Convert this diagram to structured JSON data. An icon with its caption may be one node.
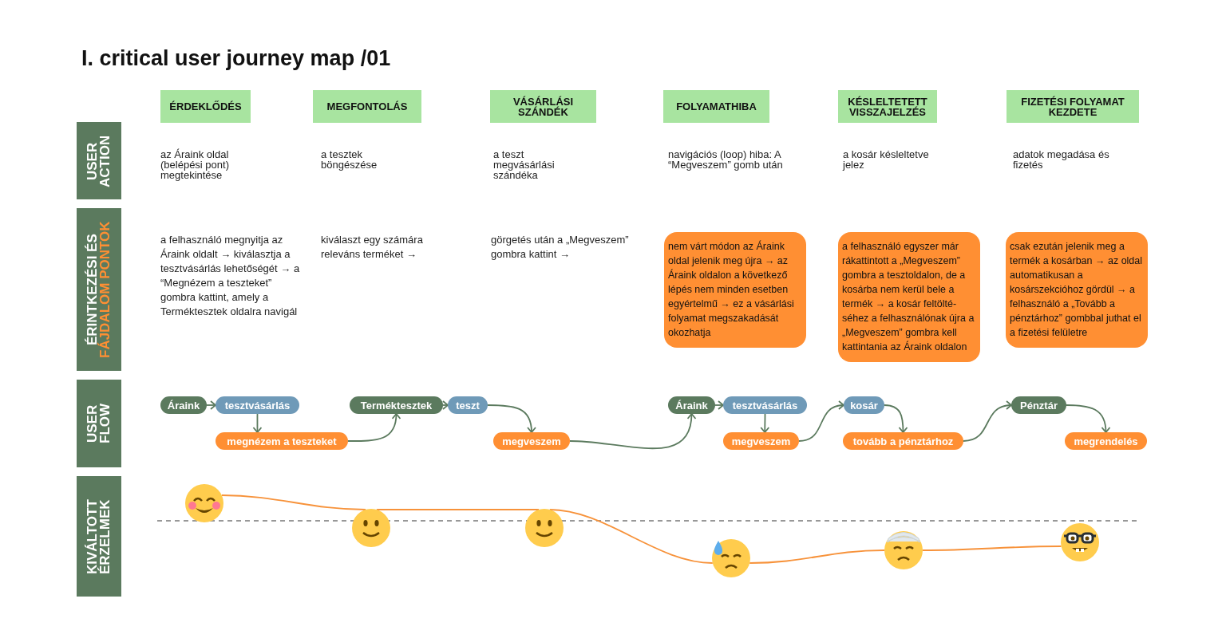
{
  "diagram": {
    "title": "I. critical user journey map /01",
    "nodes": [
      {
        "text": [
          "USER ACTION"
        ]
      },
      {
        "text": [
          "ÉRINTKEZÉSI ÉS",
          "FÁJDALOM PONTOK"
        ]
      },
      {
        "text": [
          "USER FLOW"
        ]
      },
      {
        "text": [
          "KIVÁLTOTT ÉRZELMEK"
        ]
      },
      {
        "text": [
          "ÉRDEKLŐDÉS"
        ]
      },
      {
        "text": [
          "MEGFONTOLÁS"
        ]
      },
      {
        "text": [
          "VÁSÁRLÁSI SZÁNDÉK"
        ]
      },
      {
        "text": [
          "FOLYAMATHIBA"
        ]
      },
      {
        "text": [
          "KÉSLELTETETT VISSZAJELZÉS"
        ]
      },
      {
        "text": [
          "FIZETÉSI FOLYAMAT KEZDETE"
        ]
      },
      {
        "text": [
          "nem várt módon az Áraink oldal jelenik meg újra →  az Áraink oldalon a következő lépés nem minden esetben egyértelmű → ez a vásárlási folyamat megszakadását okozhatja"
        ]
      },
      {
        "text": [
          "a felhasználó egyszer már rákattintott a „Megveszem” gombra a tesztoldalon, de a kosárba nem kerül bele a termék → a kosár feltölté- séhez a felhasználónak újra a „Megveszem” gombra kell kattintania az Áraink oldalon"
        ]
      },
      {
        "text": [
          "csak ezután jelenik meg a termék a kosárban → az oldal automatikusan a kosárszekcióhoz gördül → a felhasználó a „Tovább a pénztárhoz” gombbal juthat el a fizetési felületre"
        ]
      },
      {
        "text": [
          "Áraink"
        ]
      },
      {
        "text": [
          "tesztvásárlás"
        ]
      },
      {
        "text": [
          "megnézem a teszteket"
        ]
      },
      {
        "text": [
          "Terméktesztek"
        ]
      },
      {
        "text": [
          "teszt"
        ]
      },
      {
        "text": [
          "megveszem"
        ]
      },
      {
        "text": [
          "Áraink"
        ]
      },
      {
        "text": [
          "tesztvásárlás"
        ]
      },
      {
        "text": [
          "megveszem"
        ]
      },
      {
        "text": [
          "kosár"
        ]
      },
      {
        "text": [
          "tovább a pénztárhoz"
        ]
      },
      {
        "text": [
          "Pénztár"
        ]
      },
      {
        "text": [
          "megrendelés"
        ]
      },
      {
        "text": [],
        "shape": "picture"
      },
      {
        "text": [],
        "shape": "picture"
      },
      {
        "text": [],
        "shape": "picture"
      },
      {
        "text": [],
        "shape": "picture"
      },
      {
        "text": [],
        "shape": "picture"
      },
      {
        "text": [],
        "shape": "picture"
      }
    ],
    "edges": [
      {
        "from": 13,
        "to": 14,
        "arrow": "to"
      },
      {
        "from": 14,
        "to": 15,
        "arrow": "to"
      },
      {
        "from": 15,
        "to": 16,
        "arrow": "to"
      },
      {
        "from": 16,
        "to": 17,
        "arrow": "to"
      },
      {
        "from": 17,
        "to": 18,
        "arrow": "to"
      },
      {
        "from": 18,
        "to": 19,
        "arrow": "to"
      },
      {
        "from": 19,
        "to": 20,
        "arrow": "to"
      },
      {
        "from": 20,
        "to": 21,
        "arrow": "to"
      },
      {
        "from": 21,
        "to": 22,
        "arrow": "to"
      },
      {
        "from": 22,
        "to": 23,
        "arrow": "to"
      },
      {
        "from": 23,
        "to": 24,
        "arrow": "to"
      },
      {
        "from": 24,
        "to": 25,
        "arrow": "to"
      },
      {
        "from": 26,
        "to": 27,
        "arrow": "none",
        "color": "#f7923a"
      },
      {
        "from": 27,
        "to": 28,
        "arrow": "none",
        "color": "#f7923a"
      },
      {
        "from": 28,
        "to": 29,
        "arrow": "none",
        "color": "#f7923a"
      },
      {
        "from": 29,
        "to": 30,
        "arrow": "none",
        "color": "#f7923a"
      },
      {
        "from": 30,
        "to": 31,
        "arrow": "none",
        "color": "#f7923a"
      }
    ],
    "labels": [
      "az Áraink oldal (belépési pont) megtekintése",
      "a tesztek böngészése",
      "a teszt megvásárlási szándéka",
      "navigációs (loop) hiba: A “Megveszem” gomb után",
      "a kosár késleltetve jelez",
      "adatok megadása és fizetés",
      "a felhasználó megnyitja az Áraink oldalt → kiválasztja a tesztvásárlás lehetőségét → a “Megnézem a teszteket” gombra kattint, amely a Terméktesztek oldalra navigál",
      "kiválaszt egy számára releváns terméket →",
      "görgetés után a „Megveszem” gombra kattint →"
    ]
  }
}
